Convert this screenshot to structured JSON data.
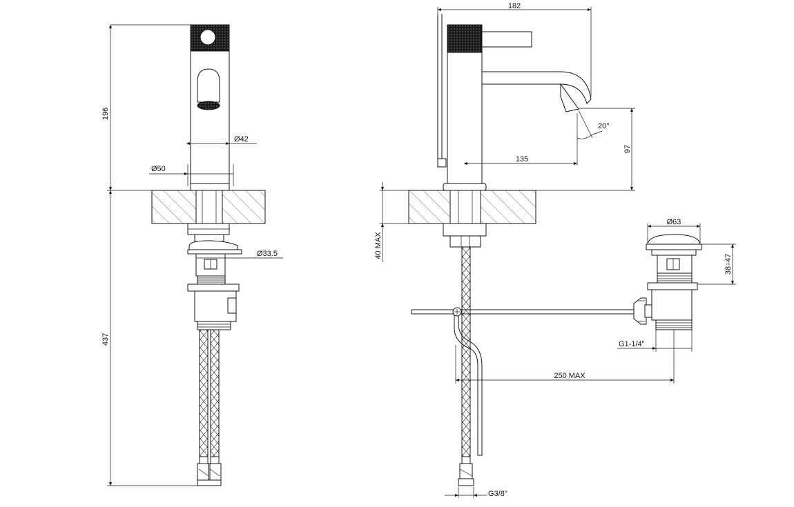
{
  "drawing": {
    "front_view": {
      "height_spout": "196",
      "diameter_body": "Ø42",
      "diameter_base": "Ø50",
      "diameter_shank": "Ø33.5",
      "height_below_deck": "437"
    },
    "side_view": {
      "overall_projection": "182",
      "spout_reach": "135",
      "spout_height": "97",
      "spout_angle": "20°",
      "deck_thickness": "40 MAX",
      "hose_thread": "G3/8\"",
      "rod_length": "250 MAX"
    },
    "waste_view": {
      "diameter_cap": "Ø63",
      "adjust_range": "38÷47",
      "outlet_thread": "G1-1/4\""
    }
  }
}
